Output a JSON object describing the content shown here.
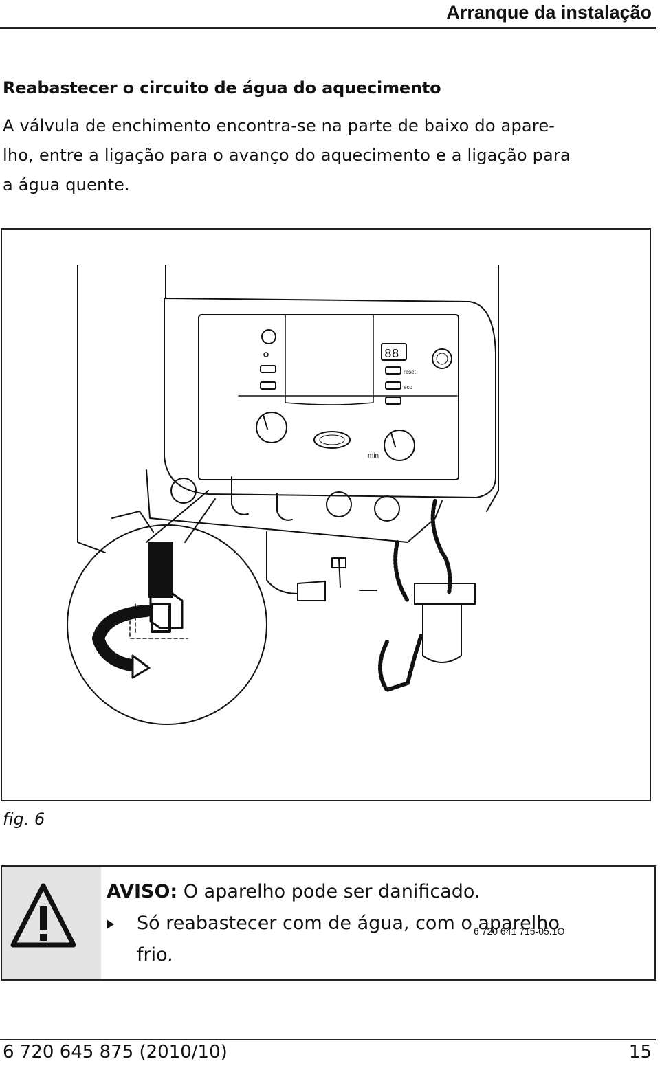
{
  "header": {
    "title": "Arranque da instalação"
  },
  "section": {
    "heading": "Reabastecer o circuito de água do aquecimento",
    "lines": [
      "A válvula de enchimento encontra-se na parte de baixo do apare-",
      "lho, entre a ligação para o avanço do aquecimento e a ligação para",
      "a água quente."
    ]
  },
  "figure": {
    "code": "6 720 641 715-05.1O",
    "caption": "fig. 6",
    "panel_labels": {
      "reset": "reset",
      "eco": "eco",
      "min": "min",
      "display": "88"
    }
  },
  "warning": {
    "label": "AVISO:",
    "message": "O aparelho pode ser danificado.",
    "bullet_line1": "Só reabastecer com de água, com o aparelho",
    "bullet_line2": "frio."
  },
  "footer": {
    "doc_number": "6 720 645 875 (2010/10)",
    "page": "15"
  }
}
